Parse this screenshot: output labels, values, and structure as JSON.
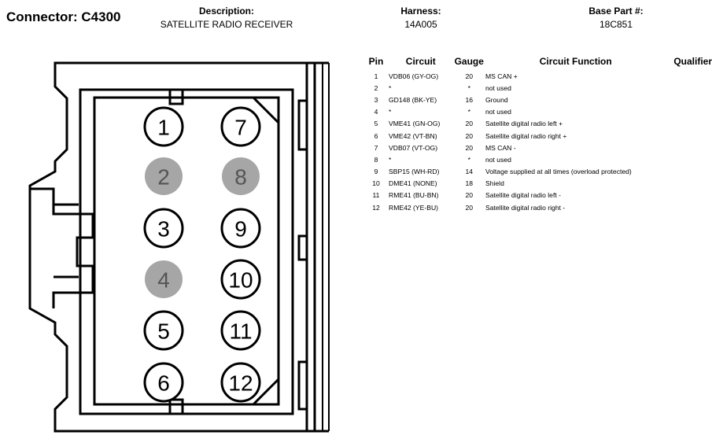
{
  "header": {
    "connector": "Connector: C4300",
    "description_label": "Description:",
    "description_value": "SATELLITE RADIO RECEIVER",
    "harness_label": "Harness:",
    "harness_value": "14A005",
    "base_part_label": "Base Part #:",
    "base_part_value": "18C851"
  },
  "table": {
    "columns": [
      "Pin",
      "Circuit",
      "Gauge",
      "Circuit Function",
      "Qualifier"
    ],
    "rows": [
      {
        "pin": "1",
        "circuit": "VDB06 (GY-OG)",
        "gauge": "20",
        "function": "MS CAN +",
        "qualifier": ""
      },
      {
        "pin": "2",
        "circuit": "*",
        "gauge": "*",
        "function": "not used",
        "qualifier": ""
      },
      {
        "pin": "3",
        "circuit": "GD148 (BK-YE)",
        "gauge": "16",
        "function": "Ground",
        "qualifier": ""
      },
      {
        "pin": "4",
        "circuit": "*",
        "gauge": "*",
        "function": "not used",
        "qualifier": ""
      },
      {
        "pin": "5",
        "circuit": "VME41 (GN-OG)",
        "gauge": "20",
        "function": "Satellite digital radio left +",
        "qualifier": ""
      },
      {
        "pin": "6",
        "circuit": "VME42 (VT-BN)",
        "gauge": "20",
        "function": "Satellite digital radio right +",
        "qualifier": ""
      },
      {
        "pin": "7",
        "circuit": "VDB07 (VT-OG)",
        "gauge": "20",
        "function": "MS CAN -",
        "qualifier": ""
      },
      {
        "pin": "8",
        "circuit": "*",
        "gauge": "*",
        "function": "not used",
        "qualifier": ""
      },
      {
        "pin": "9",
        "circuit": "SBP15 (WH-RD)",
        "gauge": "14",
        "function": "Voltage supplied at all times (overload protected)",
        "qualifier": ""
      },
      {
        "pin": "10",
        "circuit": "DME41 (NONE)",
        "gauge": "18",
        "function": "Shield",
        "qualifier": ""
      },
      {
        "pin": "11",
        "circuit": "RME41 (BU-BN)",
        "gauge": "20",
        "function": "Satellite digital radio left -",
        "qualifier": ""
      },
      {
        "pin": "12",
        "circuit": "RME42 (YE-BU)",
        "gauge": "20",
        "function": "Satellite digital radio right -",
        "qualifier": ""
      }
    ]
  },
  "diagram": {
    "pins": [
      {
        "label": "1",
        "used": true
      },
      {
        "label": "2",
        "used": false
      },
      {
        "label": "3",
        "used": true
      },
      {
        "label": "4",
        "used": false
      },
      {
        "label": "5",
        "used": true
      },
      {
        "label": "6",
        "used": true
      },
      {
        "label": "7",
        "used": true
      },
      {
        "label": "8",
        "used": false
      },
      {
        "label": "9",
        "used": true
      },
      {
        "label": "10",
        "used": true
      },
      {
        "label": "11",
        "used": true
      },
      {
        "label": "12",
        "used": true
      }
    ],
    "unused_pin_fill": "#a6a6a6",
    "pin_stroke": "#000000"
  }
}
